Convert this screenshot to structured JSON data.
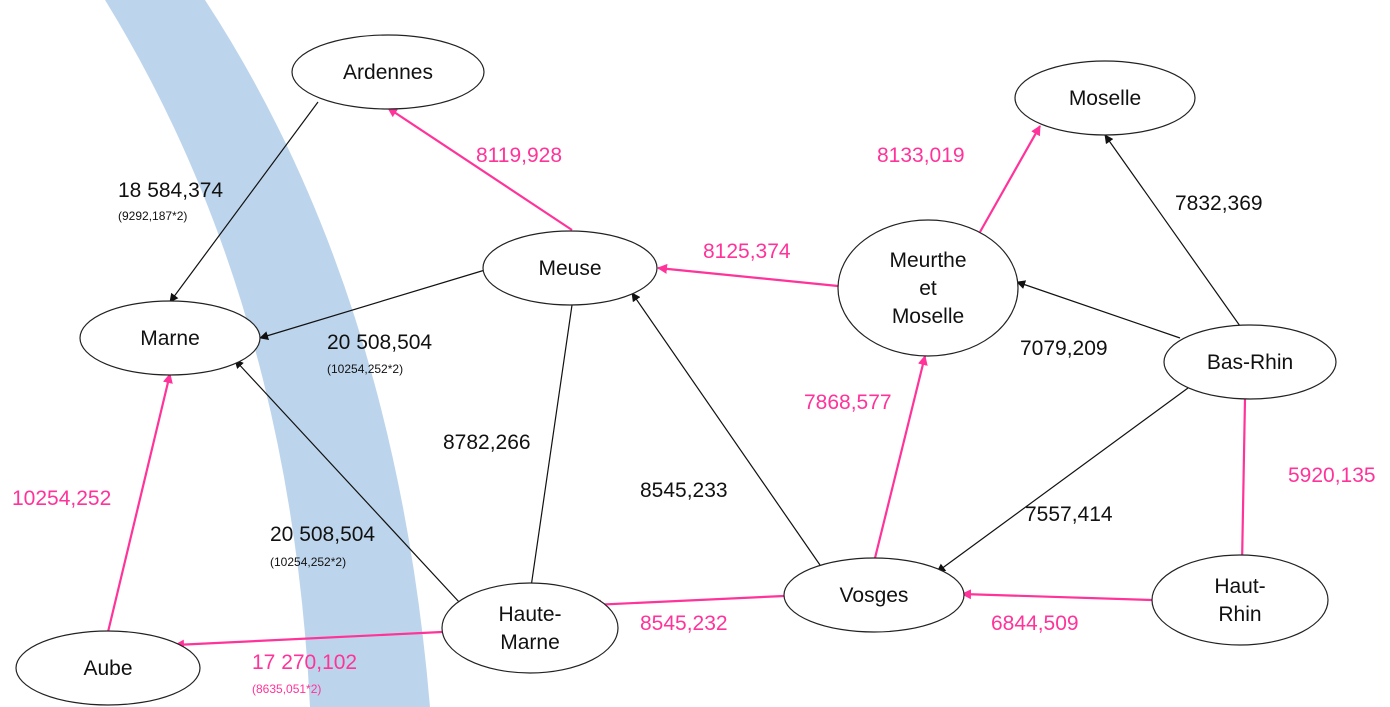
{
  "colors": {
    "black": "#111111",
    "pink": "#ff3399",
    "river": "#bdd5ec",
    "node_stroke": "#222222",
    "node_fill": "#ffffff"
  },
  "nodes": {
    "ardennes": {
      "lines": [
        "Ardennes"
      ]
    },
    "marne": {
      "lines": [
        "Marne"
      ]
    },
    "aube": {
      "lines": [
        "Aube"
      ]
    },
    "meuse": {
      "lines": [
        "Meuse"
      ]
    },
    "haute_marne": {
      "lines": [
        "Haute-",
        "Marne"
      ]
    },
    "moselle": {
      "lines": [
        "Moselle"
      ]
    },
    "meurthe_et_moselle": {
      "lines": [
        "Meurthe",
        "et",
        "Moselle"
      ]
    },
    "vosges": {
      "lines": [
        "Vosges"
      ]
    },
    "bas_rhin": {
      "lines": [
        "Bas-Rhin"
      ]
    },
    "haut_rhin": {
      "lines": [
        "Haut-",
        "Rhin"
      ]
    }
  },
  "edges": [
    {
      "id": "ardennes-marne",
      "from": "ardennes",
      "to": "marne",
      "color": "black",
      "label": "18 584,374",
      "sub": "(9292,187*2)"
    },
    {
      "id": "meuse-ardennes",
      "from": "meuse",
      "to": "ardennes",
      "color": "pink",
      "label": "8119,928",
      "sub": ""
    },
    {
      "id": "meuse-marne",
      "from": "meuse",
      "to": "marne",
      "color": "black",
      "label": "20 508,504",
      "sub": "(10254,252*2)"
    },
    {
      "id": "meuse-hautemarne",
      "from": "meuse",
      "to": "haute_marne",
      "color": "black",
      "label": "8782,266",
      "sub": ""
    },
    {
      "id": "aube-marne",
      "from": "aube",
      "to": "marne",
      "color": "pink",
      "label": "10254,252",
      "sub": ""
    },
    {
      "id": "hautemarne-marne",
      "from": "haute_marne",
      "to": "marne",
      "color": "black",
      "label": "20 508,504",
      "sub": "(10254,252*2)"
    },
    {
      "id": "hautemarne-aube",
      "from": "haute_marne",
      "to": "aube",
      "color": "pink",
      "label": "17 270,102",
      "sub": "(8635,051*2)"
    },
    {
      "id": "mem-meuse",
      "from": "meurthe_et_moselle",
      "to": "meuse",
      "color": "pink",
      "label": "8125,374",
      "sub": ""
    },
    {
      "id": "mem-moselle",
      "from": "meurthe_et_moselle",
      "to": "moselle",
      "color": "pink",
      "label": "8133,019",
      "sub": ""
    },
    {
      "id": "basrhin-moselle",
      "from": "bas_rhin",
      "to": "moselle",
      "color": "black",
      "label": "7832,369",
      "sub": ""
    },
    {
      "id": "basrhin-mem",
      "from": "bas_rhin",
      "to": "meurthe_et_moselle",
      "color": "black",
      "label": "7079,209",
      "sub": ""
    },
    {
      "id": "vosges-mem",
      "from": "vosges",
      "to": "meurthe_et_moselle",
      "color": "pink",
      "label": "7868,577",
      "sub": ""
    },
    {
      "id": "vosges-meuse",
      "from": "vosges",
      "to": "meuse",
      "color": "black",
      "label": "8545,233",
      "sub": ""
    },
    {
      "id": "basrhin-vosges",
      "from": "bas_rhin",
      "to": "vosges",
      "color": "black",
      "label": "7557,414",
      "sub": ""
    },
    {
      "id": "basrhin-hautrhin",
      "from": "bas_rhin",
      "to": "haut_rhin",
      "color": "pink",
      "label": "5920,135",
      "sub": ""
    },
    {
      "id": "vosges-hautemarne",
      "from": "vosges",
      "to": "haute_marne",
      "color": "pink",
      "label": "8545,232",
      "sub": ""
    },
    {
      "id": "hautrhin-vosges",
      "from": "haut_rhin",
      "to": "vosges",
      "color": "pink",
      "label": "6844,509",
      "sub": ""
    }
  ]
}
